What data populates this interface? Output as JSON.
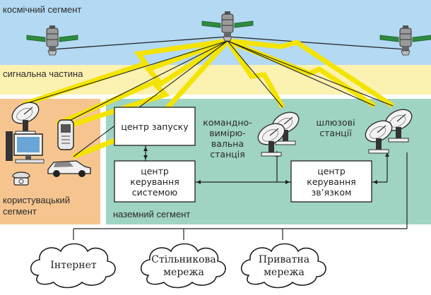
{
  "zones": {
    "space": "космічний сегмент",
    "signal": "сигнальна частина",
    "user_line1": "користувацький",
    "user_line2": "сегмент",
    "ground": "наземний сегмент"
  },
  "stations": {
    "command_lines": [
      "командно-",
      "вимірю-",
      "вальна",
      "станція"
    ],
    "gateway_lines": [
      "шлюзові",
      "станції"
    ]
  },
  "boxes": {
    "launch_center": "центр запуску",
    "system_control_lines": [
      "центр",
      "керування",
      "системою"
    ],
    "comm_control_lines": [
      "центр",
      "керування",
      "зв’язком"
    ]
  },
  "clouds": {
    "internet": "Інтернет",
    "cellular_lines": [
      "Стільникова",
      "мережа"
    ],
    "private_lines": [
      "Приватна",
      "мережа"
    ]
  },
  "colors": {
    "space_band": "#b3d9f3",
    "signal_band": "#fbf1b0",
    "user_segment": "#f6c58f",
    "ground_segment": "#9fd3c2",
    "beam": "#f3e400"
  }
}
